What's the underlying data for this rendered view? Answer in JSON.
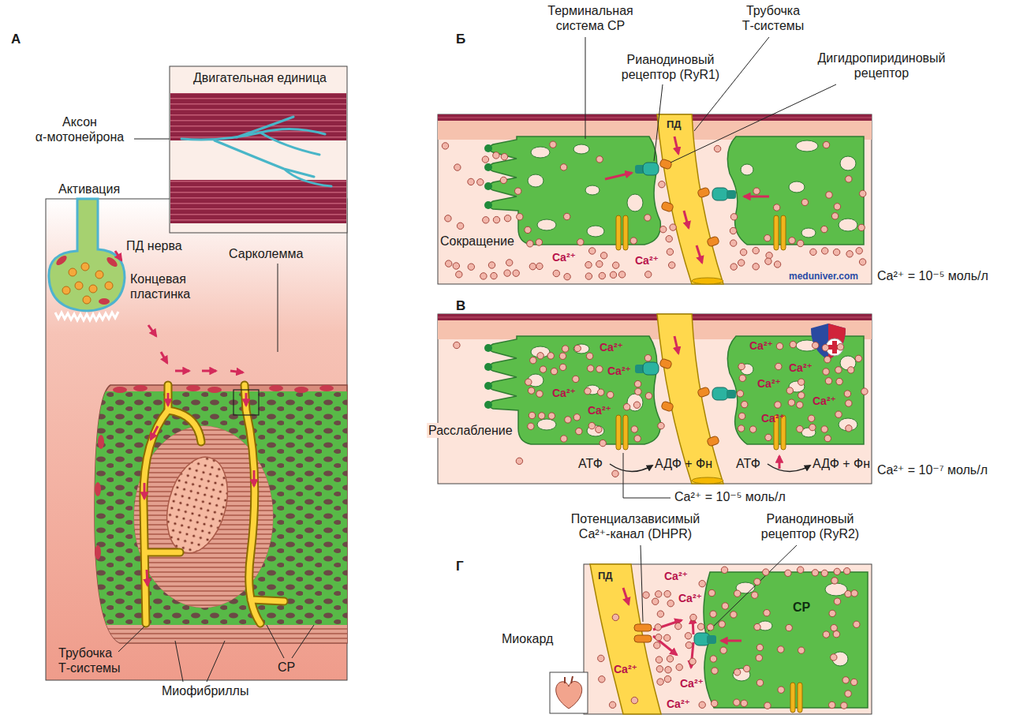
{
  "diagram": {
    "nodes": [
      {
        "text": [
          "Двигательная единица"
        ]
      }
    ],
    "labels": [
      "А",
      "Аксон α-мотонейрона",
      "Активация",
      "ПД нерва",
      "Концевая пластинка",
      "Сарколемма",
      "Трубочка Т-системы",
      "Миофибриллы",
      "СР",
      "Б",
      "Терминальная система СР",
      "Трубочка Т-системы",
      "Рианодиновый рецептор (RyR1)",
      "Дигидропиридиновый рецептор",
      "ПД",
      "Ca²⁺",
      "Ca²⁺",
      "meduniver.com",
      "Сокращение",
      "Ca²⁺ = 10⁻⁵ моль/л",
      "В",
      "Ca²⁺",
      "Ca²⁺",
      "Ca²⁺",
      "Ca²⁺",
      "Ca²⁺",
      "Ca²⁺",
      "Ca²⁺",
      "Ca²⁺",
      "Ca²⁺",
      "Расслабление",
      "АТФ",
      "АДФ + Фн",
      "АТФ",
      "АДФ + Фн",
      "Ca²⁺ = 10⁻⁷ моль/л",
      "Ca²⁺ = 10⁻⁵ моль/л",
      "Г",
      "Потенциалзависимый Ca²⁺-канал (DHPR)",
      "Рианодиновый рецептор (RyR2)",
      "ПД",
      "СР",
      "Миокард",
      "Ca²⁺",
      "Ca²⁺",
      "Ca²⁺",
      "Ca²⁺",
      "Ca²⁺"
    ]
  }
}
